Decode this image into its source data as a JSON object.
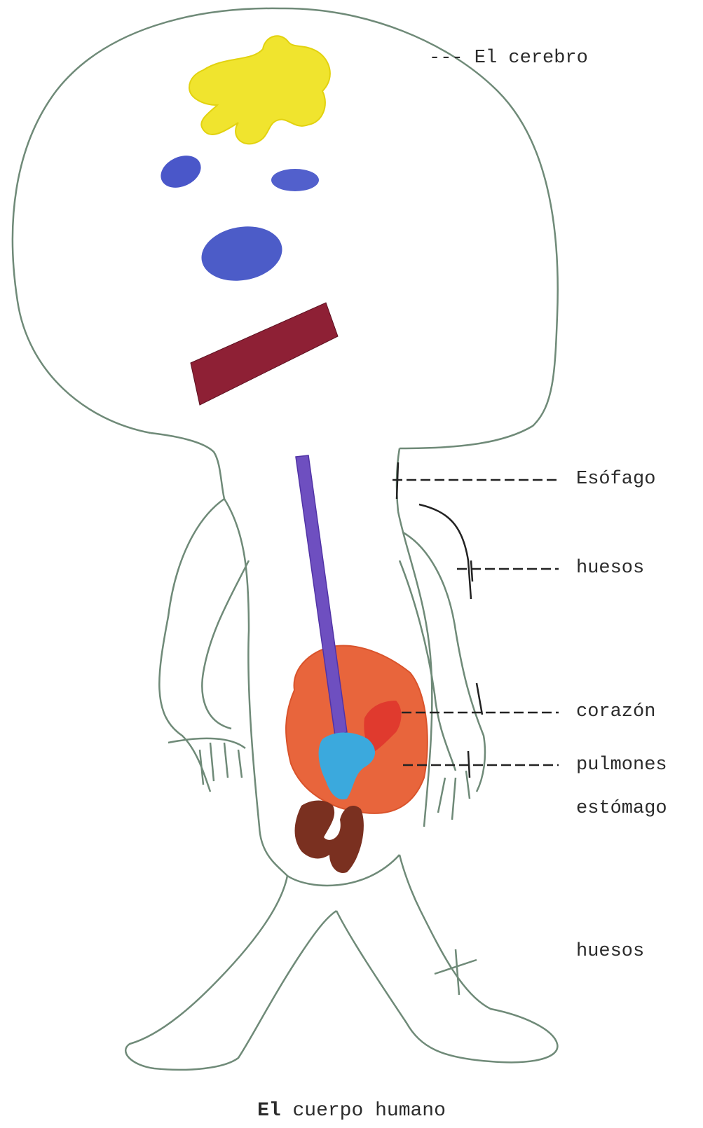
{
  "diagram": {
    "title_bold": "El",
    "title_rest": " cuerpo humano",
    "labels": {
      "brain": "--- El cerebro",
      "esophagus": "Esófago",
      "bones_upper": "huesos",
      "heart": "corazón",
      "lungs": "pulmones",
      "stomach": "estómago",
      "bones_lower": "huesos"
    }
  },
  "colors": {
    "outline": "#6f8a78",
    "brain": "#f0e42e",
    "eyes_nose": "#4a57c9",
    "mouth": "#8e2035",
    "esophagus": "#6e4fc0",
    "lungs": "#e8653c",
    "heart": "#e03a2e",
    "stomach": "#3ba9dd",
    "intestine": "#7a3020",
    "leader": "#222222"
  }
}
